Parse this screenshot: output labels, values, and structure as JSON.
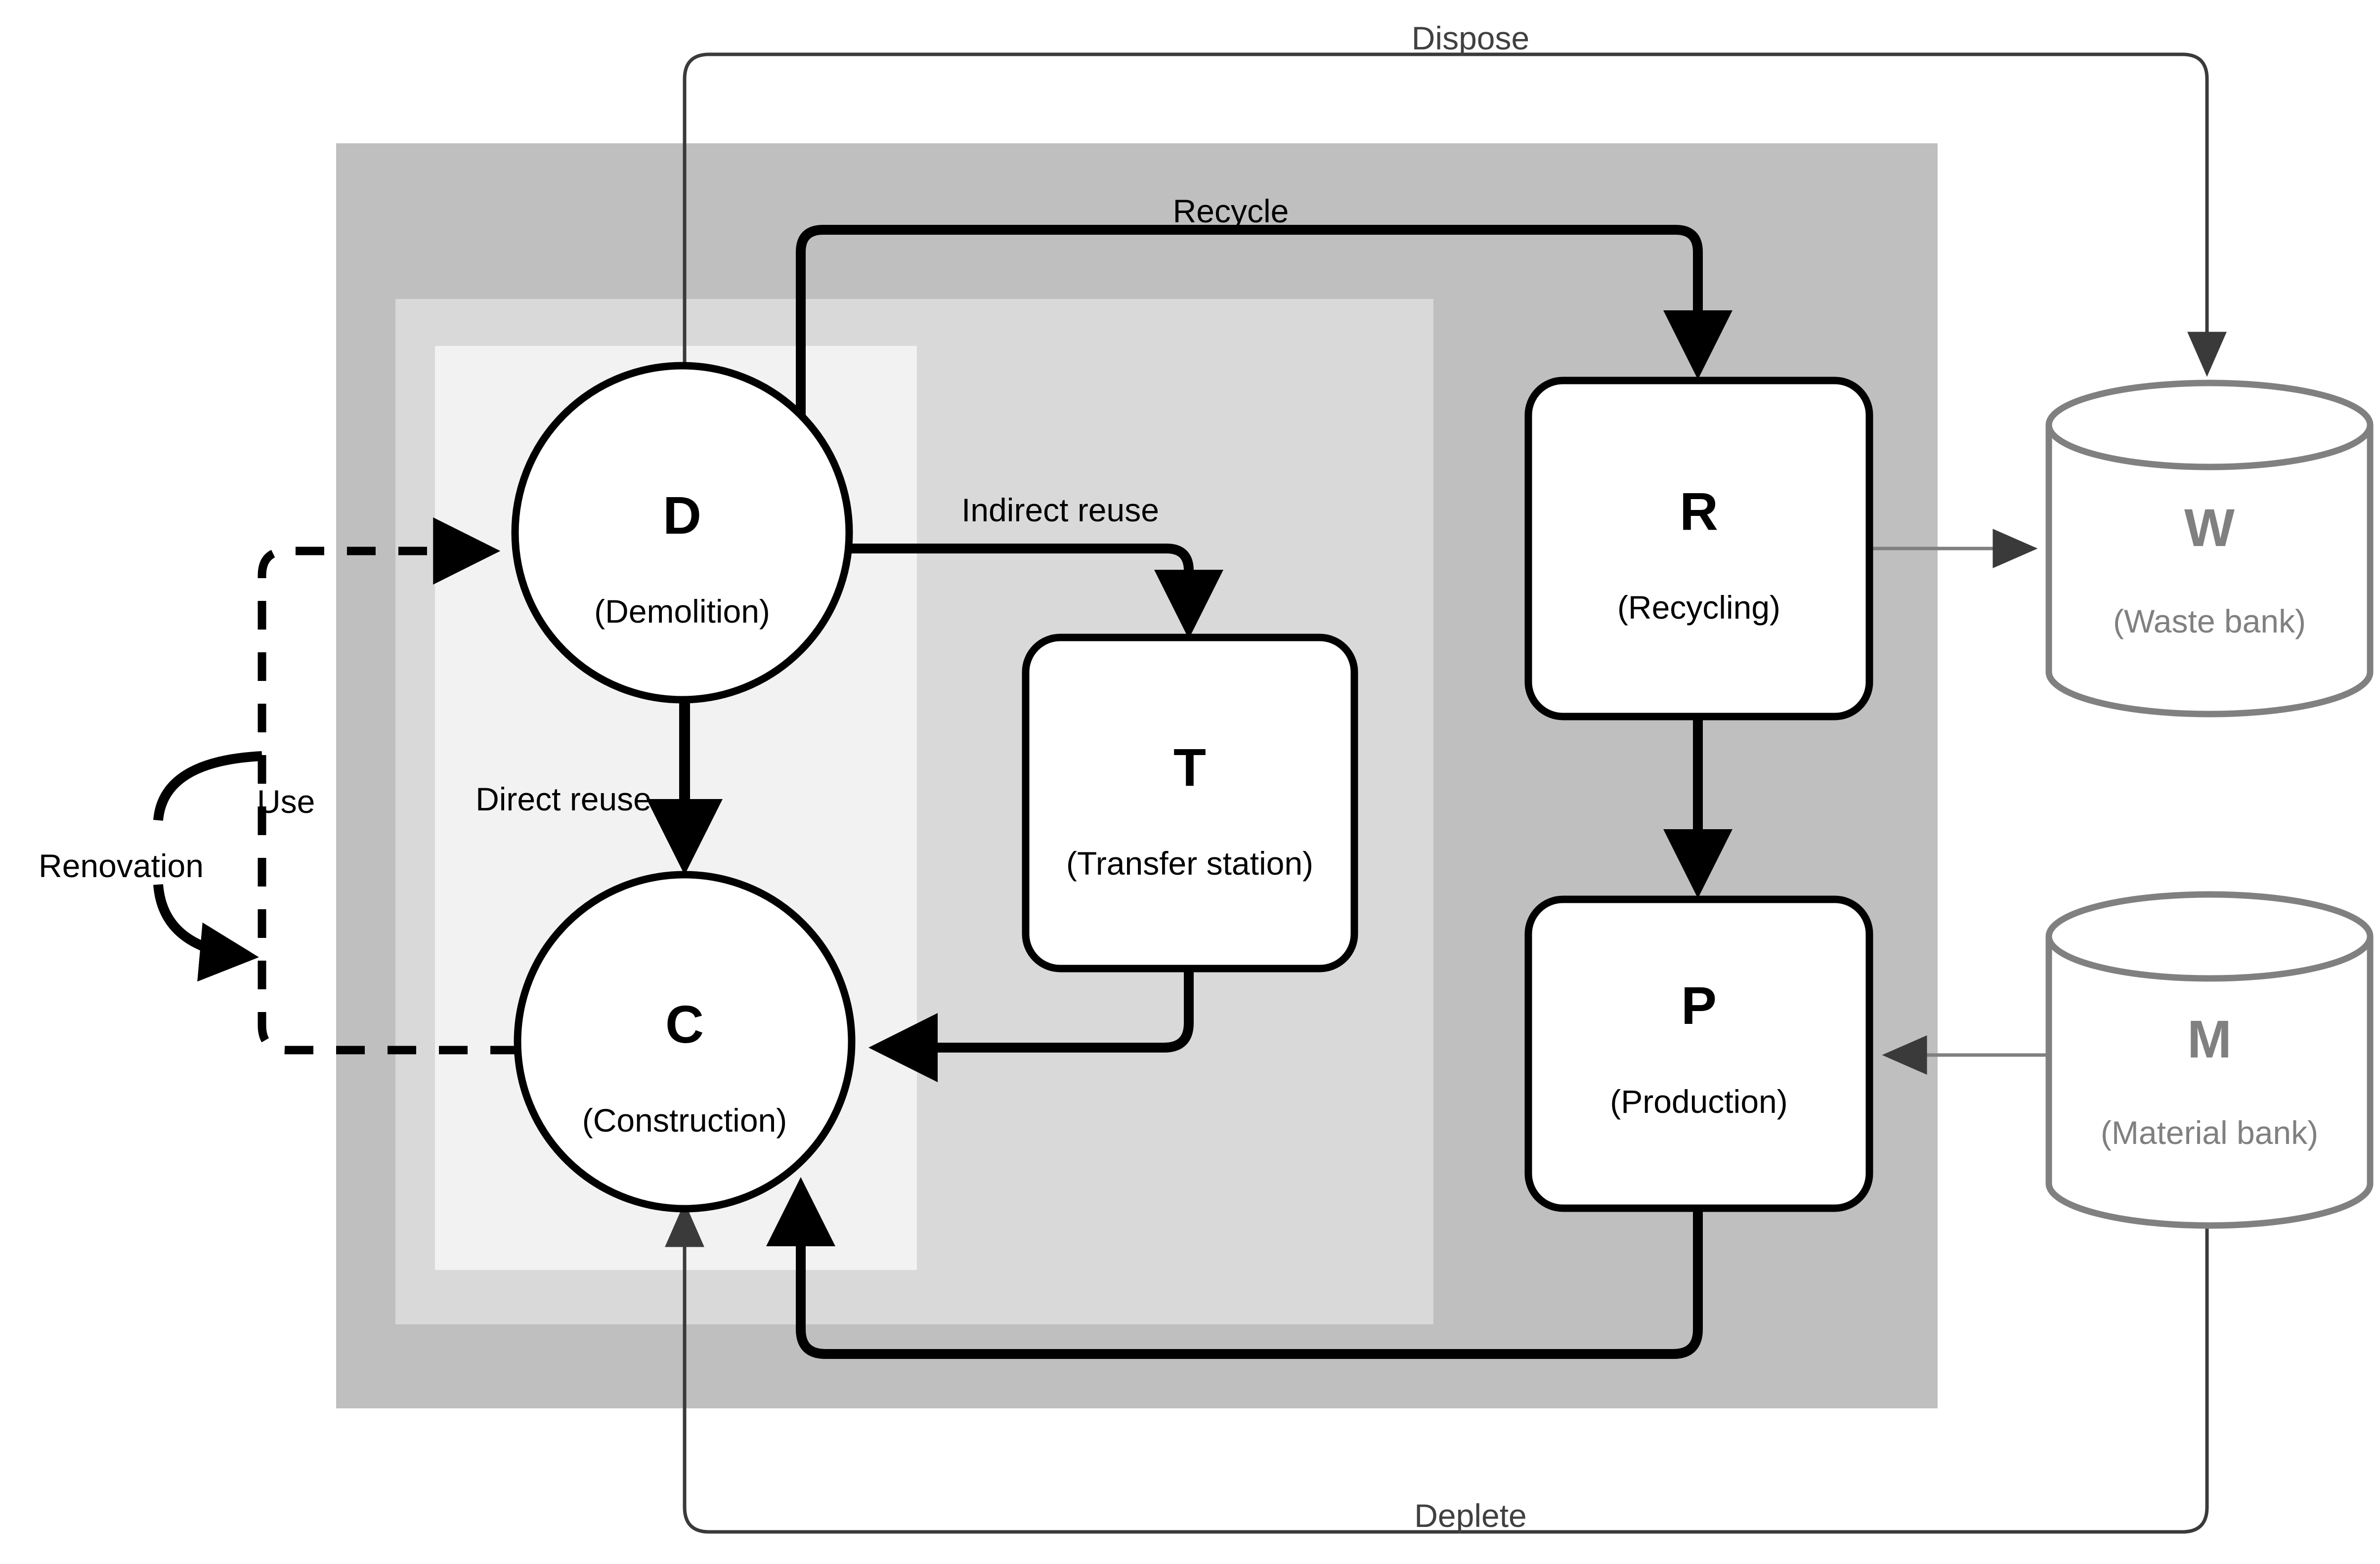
{
  "diagram": {
    "title": "Circular construction material flow diagram",
    "colors": {
      "outer_band": "#bfbfbf",
      "mid_band": "#d9d9d9",
      "inner_band": "#f2f2f2",
      "node_stroke": "#000000",
      "node_fill": "#ffffff",
      "bank_stroke": "#808080",
      "bank_text": "#808080",
      "thin_edge": "#404040",
      "thick_edge": "#000000"
    },
    "nodes": [
      {
        "id": "D",
        "letter": "D",
        "sub": "(Demolition)",
        "shape": "circle"
      },
      {
        "id": "C",
        "letter": "C",
        "sub": "(Construction)",
        "shape": "circle"
      },
      {
        "id": "T",
        "letter": "T",
        "sub": "(Transfer station)",
        "shape": "rounded-rect"
      },
      {
        "id": "R",
        "letter": "R",
        "sub": "(Recycling)",
        "shape": "rounded-rect"
      },
      {
        "id": "P",
        "letter": "P",
        "sub": "(Production)",
        "shape": "rounded-rect"
      },
      {
        "id": "W",
        "letter": "W",
        "sub": "(Waste bank)",
        "shape": "cylinder"
      },
      {
        "id": "M",
        "letter": "M",
        "sub": "(Material bank)",
        "shape": "cylinder"
      }
    ],
    "edge_labels": {
      "dispose": "Dispose",
      "recycle": "Recycle",
      "indirect_reuse": "Indirect reuse",
      "direct_reuse": "Direct reuse",
      "deplete": "Deplete",
      "use": "Use",
      "renovation": "Renovation"
    }
  }
}
